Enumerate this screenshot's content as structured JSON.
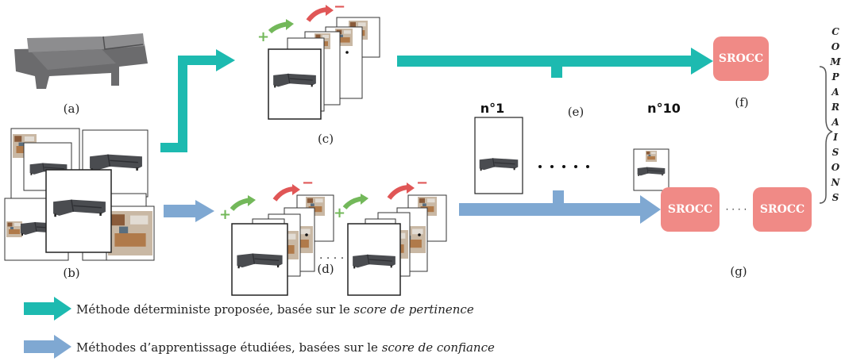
{
  "labels": {
    "a": "(a)",
    "b": "(b)",
    "c": "(c)",
    "d": "(d)",
    "e": "(e)",
    "f": "(f)",
    "g": "(g)"
  },
  "ranking": {
    "first": "n°1",
    "last": "n°10"
  },
  "srocc": {
    "f": "SROCC",
    "g_left": "SROCC",
    "g_right": "SROCC",
    "g_dots": "· · · ·"
  },
  "comparaisons": [
    "C",
    "O",
    "M",
    "P",
    "A",
    "R",
    "A",
    "I",
    "S",
    "O",
    "N",
    "S"
  ],
  "signs": {
    "plus": "+",
    "minus": "−"
  },
  "legend": {
    "teal_plain": "Méthode déterministe proposée, basée sur le ",
    "teal_italic": "score de pertinence",
    "blue_plain": "Méthodes d’apprentissage étudiées, basées sur le ",
    "blue_italic": "score de confiance"
  },
  "colors": {
    "teal": "#1dbab0",
    "blue": "#7fa8d2",
    "srocc_box": "#f08a86",
    "plus_green": "#73b85a",
    "minus_red": "#e05656"
  },
  "icons": [
    "sofa-render-icon",
    "sofa-photo-icon",
    "plus-icon",
    "minus-icon",
    "arrow-icon"
  ]
}
